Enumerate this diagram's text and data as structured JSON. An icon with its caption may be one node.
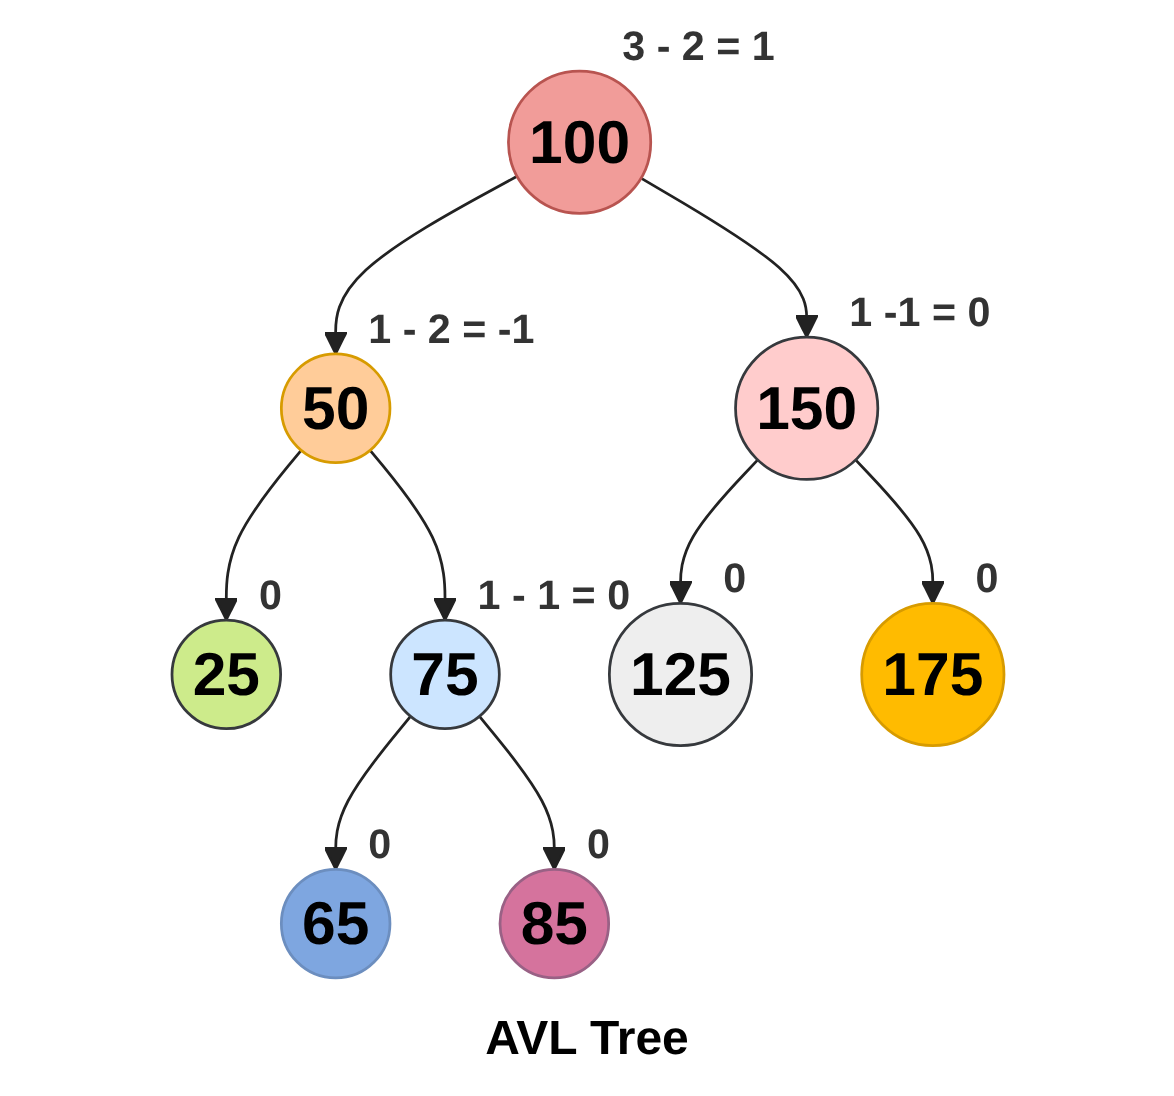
{
  "diagram": {
    "caption": "AVL Tree",
    "nodes": [
      {
        "text": [
          "100"
        ],
        "beside": [
          "3 - 2 = 1"
        ]
      },
      {
        "text": [
          "50"
        ],
        "beside": [
          "1 - 2 = -1"
        ]
      },
      {
        "text": [
          "150"
        ],
        "beside": [
          "1 -1 = 0"
        ]
      },
      {
        "text": [
          "25"
        ],
        "beside": [
          "0"
        ]
      },
      {
        "text": [
          "75"
        ],
        "beside": [
          "1 - 1 = 0"
        ]
      },
      {
        "text": [
          "125"
        ],
        "beside": [
          "0"
        ]
      },
      {
        "text": [
          "175"
        ],
        "beside": [
          "0"
        ]
      },
      {
        "text": [
          "65"
        ],
        "beside": [
          "0"
        ]
      },
      {
        "text": [
          "85"
        ],
        "beside": [
          "0"
        ]
      }
    ],
    "edges": [
      {
        "from": 0,
        "to": 1,
        "arrow": "to"
      },
      {
        "from": 0,
        "to": 2,
        "arrow": "to"
      },
      {
        "from": 1,
        "to": 3,
        "arrow": "to"
      },
      {
        "from": 1,
        "to": 4,
        "arrow": "to"
      },
      {
        "from": 2,
        "to": 5,
        "arrow": "to"
      },
      {
        "from": 2,
        "to": 6,
        "arrow": "to"
      },
      {
        "from": 4,
        "to": 7,
        "arrow": "to"
      },
      {
        "from": 4,
        "to": 8,
        "arrow": "to"
      }
    ]
  }
}
